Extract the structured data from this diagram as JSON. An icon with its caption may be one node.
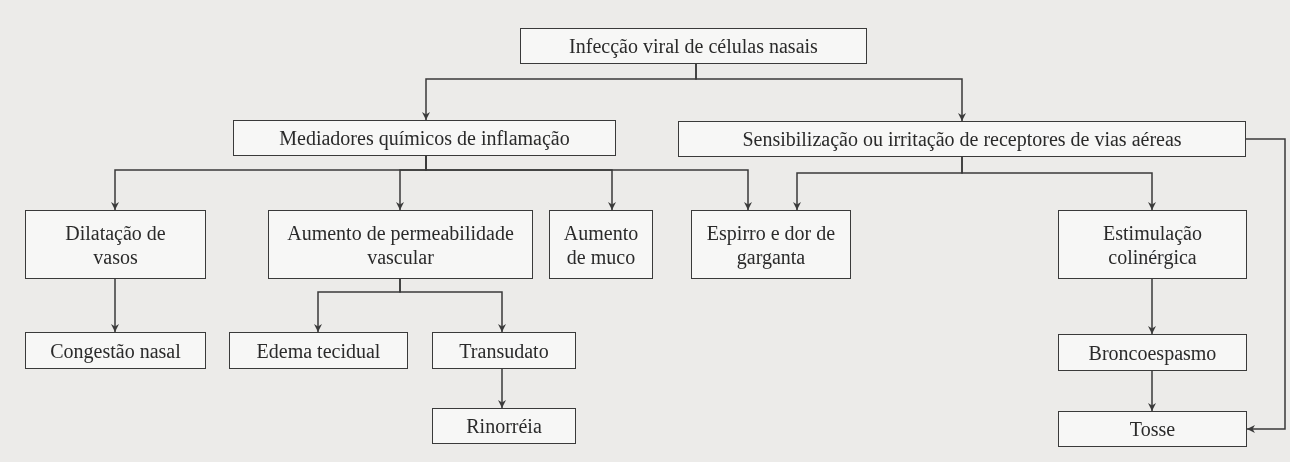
{
  "diagram": {
    "nodes": [
      {
        "text": [
          "Infecção viral de células nasais"
        ]
      },
      {
        "text": [
          "Mediadores químicos de inflamação"
        ]
      },
      {
        "text": [
          "Sensibilização ou irritação de receptores de vias aéreas"
        ]
      },
      {
        "text": [
          "Dilatação de vasos"
        ]
      },
      {
        "text": [
          "Aumento de permeabilidade vascular"
        ]
      },
      {
        "text": [
          "Aumento de muco"
        ]
      },
      {
        "text": [
          "Espirro e dor de garganta"
        ]
      },
      {
        "text": [
          "Estimulação colinérgica"
        ]
      },
      {
        "text": [
          "Congestão nasal"
        ]
      },
      {
        "text": [
          "Edema tecidual"
        ]
      },
      {
        "text": [
          "Transudato"
        ]
      },
      {
        "text": [
          "Rinorréia"
        ]
      },
      {
        "text": [
          "Broncoespasmo"
        ]
      },
      {
        "text": [
          "Tosse"
        ]
      }
    ],
    "edges": [
      {
        "from": 0,
        "to": 1,
        "arrow": "to"
      },
      {
        "from": 0,
        "to": 2,
        "arrow": "to"
      },
      {
        "from": 1,
        "to": 3,
        "arrow": "to"
      },
      {
        "from": 1,
        "to": 4,
        "arrow": "to"
      },
      {
        "from": 1,
        "to": 5,
        "arrow": "to"
      },
      {
        "from": 1,
        "to": 6,
        "arrow": "to"
      },
      {
        "from": 2,
        "to": 6,
        "arrow": "to"
      },
      {
        "from": 2,
        "to": 7,
        "arrow": "to"
      },
      {
        "from": 2,
        "to": 13,
        "arrow": "to"
      },
      {
        "from": 3,
        "to": 8,
        "arrow": "to"
      },
      {
        "from": 4,
        "to": 9,
        "arrow": "to"
      },
      {
        "from": 4,
        "to": 10,
        "arrow": "to"
      },
      {
        "from": 10,
        "to": 11,
        "arrow": "to"
      },
      {
        "from": 7,
        "to": 12,
        "arrow": "to"
      },
      {
        "from": 12,
        "to": 13,
        "arrow": "to"
      }
    ]
  }
}
